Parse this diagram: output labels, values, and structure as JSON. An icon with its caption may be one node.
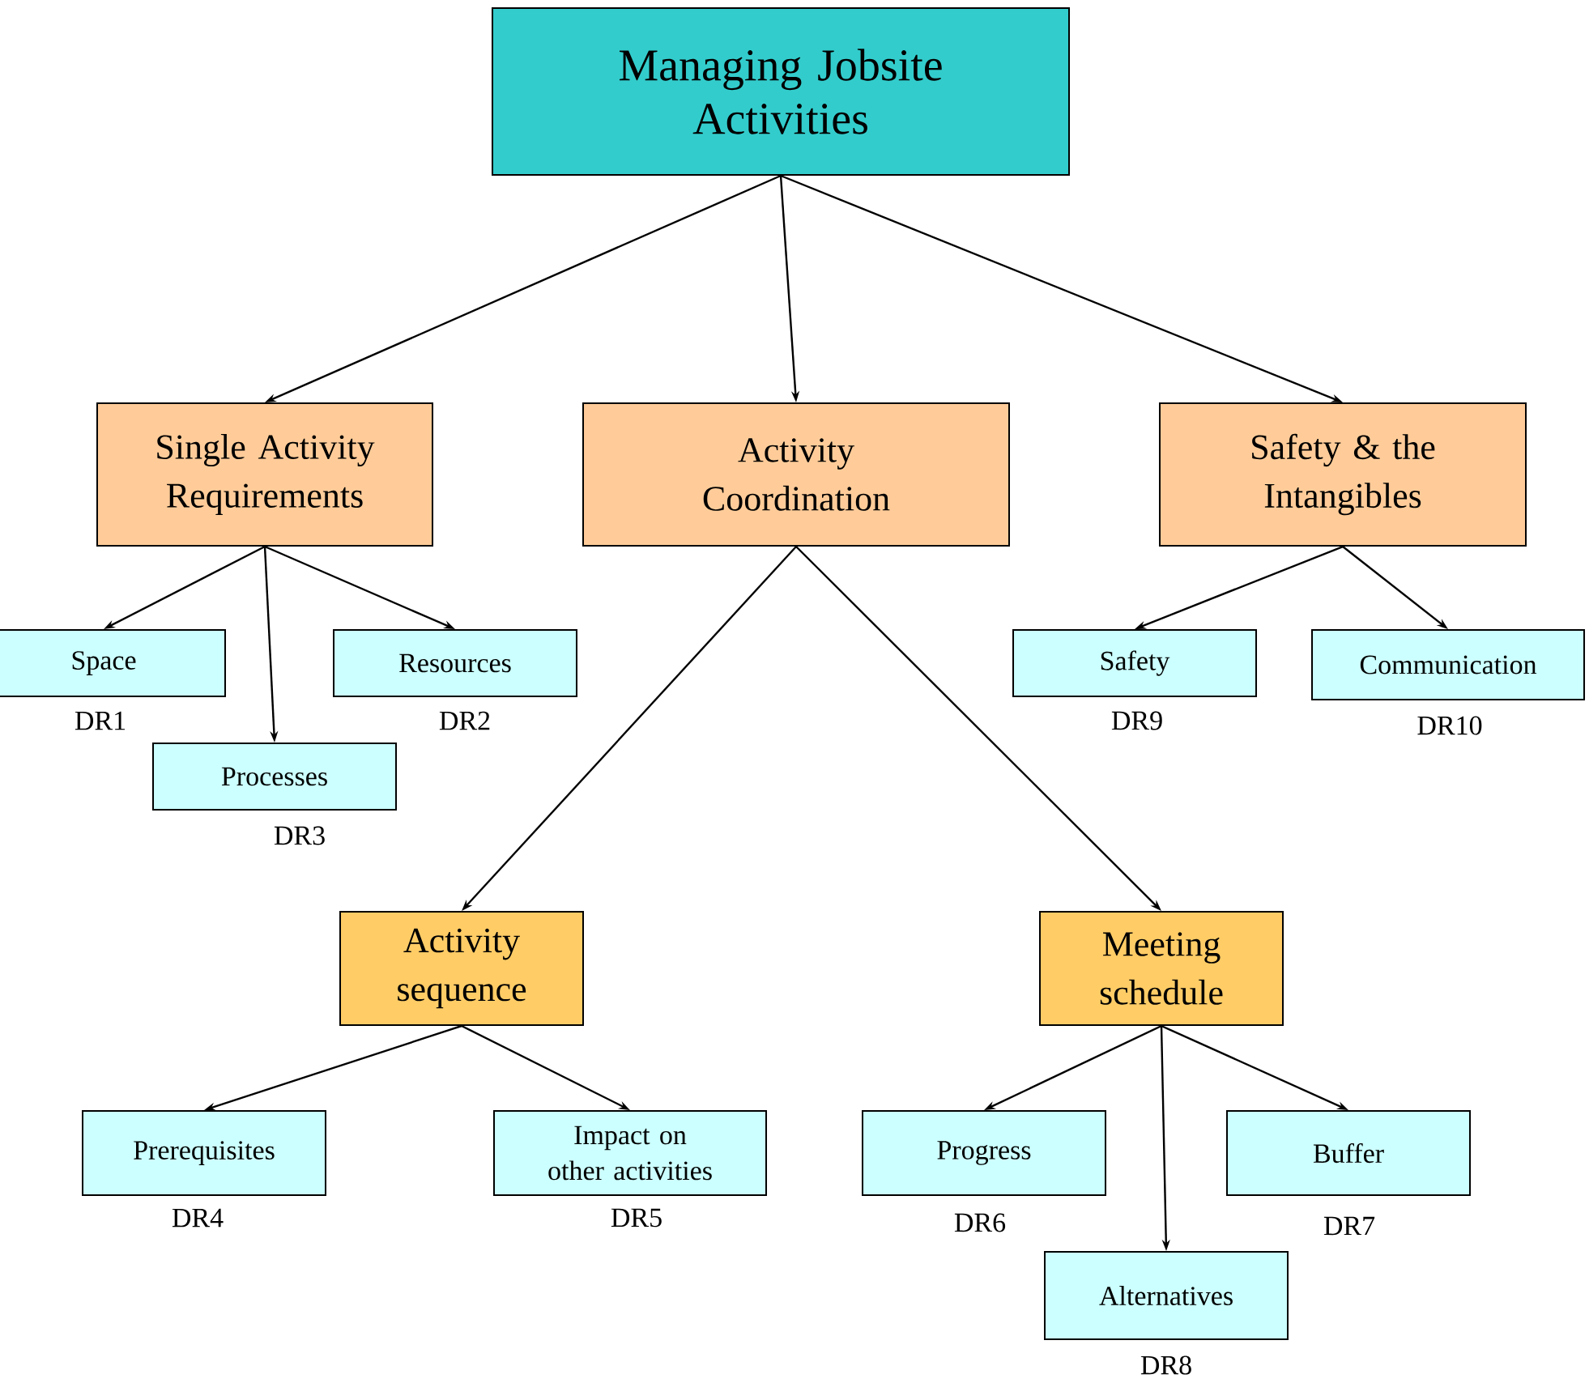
{
  "diagram": {
    "nodes": [
      {
        "text": [
          "Managing Jobsite Activities"
        ]
      },
      {
        "text": [
          "Single Activity Requirements"
        ]
      },
      {
        "text": [
          "Activity Coordination"
        ]
      },
      {
        "text": [
          "Safety & the Intangibles"
        ]
      },
      {
        "text": [
          "Space"
        ],
        "beside": [
          "DR1"
        ]
      },
      {
        "text": [
          "Resources"
        ],
        "beside": [
          "DR2"
        ]
      },
      {
        "text": [
          "Processes"
        ],
        "beside": [
          "DR3"
        ]
      },
      {
        "text": [
          "Safety"
        ],
        "beside": [
          "DR9"
        ]
      },
      {
        "text": [
          "Communication"
        ],
        "beside": [
          "DR10"
        ]
      },
      {
        "text": [
          "Activity sequence"
        ]
      },
      {
        "text": [
          "Meeting schedule"
        ]
      },
      {
        "text": [
          "Prerequisites"
        ],
        "beside": [
          "DR4"
        ]
      },
      {
        "text": [
          "Impact on other activities"
        ],
        "beside": [
          "DR5"
        ]
      },
      {
        "text": [
          "Progress"
        ],
        "beside": [
          "DR6"
        ]
      },
      {
        "text": [
          "Buffer"
        ],
        "beside": [
          "DR7"
        ]
      },
      {
        "text": [
          "Alternatives"
        ],
        "beside": [
          "DR8"
        ]
      }
    ],
    "edges": [
      {
        "from": 0,
        "to": 1,
        "arrow": "to"
      },
      {
        "from": 0,
        "to": 2,
        "arrow": "to"
      },
      {
        "from": 0,
        "to": 3,
        "arrow": "to"
      },
      {
        "from": 1,
        "to": 4,
        "arrow": "to"
      },
      {
        "from": 1,
        "to": 6,
        "arrow": "to"
      },
      {
        "from": 1,
        "to": 5,
        "arrow": "to"
      },
      {
        "from": 3,
        "to": 7,
        "arrow": "to"
      },
      {
        "from": 3,
        "to": 8,
        "arrow": "to"
      },
      {
        "from": 2,
        "to": 9,
        "arrow": "to"
      },
      {
        "from": 2,
        "to": 10,
        "arrow": "to"
      },
      {
        "from": 9,
        "to": 11,
        "arrow": "to"
      },
      {
        "from": 9,
        "to": 12,
        "arrow": "to"
      },
      {
        "from": 10,
        "to": 13,
        "arrow": "to"
      },
      {
        "from": 10,
        "to": 15,
        "arrow": "to"
      },
      {
        "from": 10,
        "to": 14,
        "arrow": "to"
      }
    ]
  }
}
